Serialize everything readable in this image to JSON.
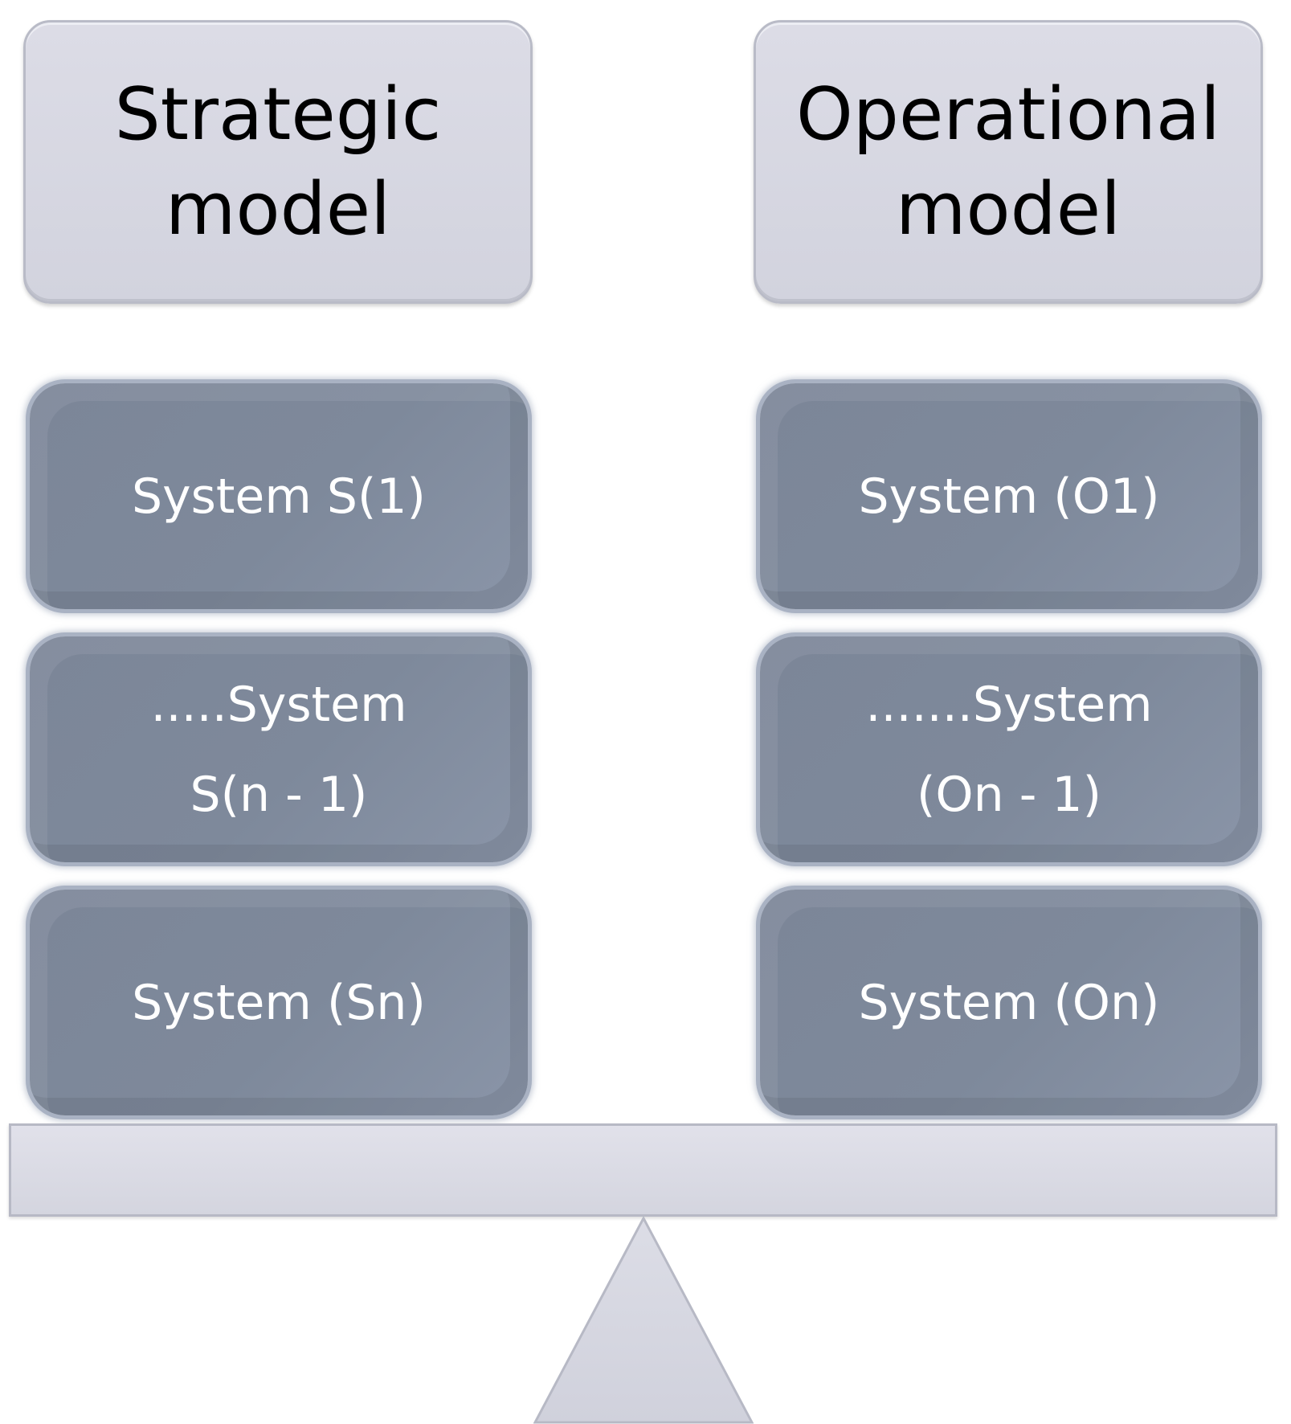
{
  "strategic": {
    "title": "Strategic\nmodel",
    "systems": [
      "System S(1)",
      ".....System\nS(n - 1)",
      "System (Sn)"
    ]
  },
  "operational": {
    "title": "Operational\nmodel",
    "systems": [
      "System (O1)",
      ".......System\n(On - 1)",
      "System (On)"
    ]
  },
  "colors": {
    "header_fill": "#d6d7e1",
    "system_fill": "#7e889a",
    "system_text": "#ffffff",
    "beam_fill": "#dcdde6",
    "fulcrum_fill": "#d6d7e1"
  }
}
